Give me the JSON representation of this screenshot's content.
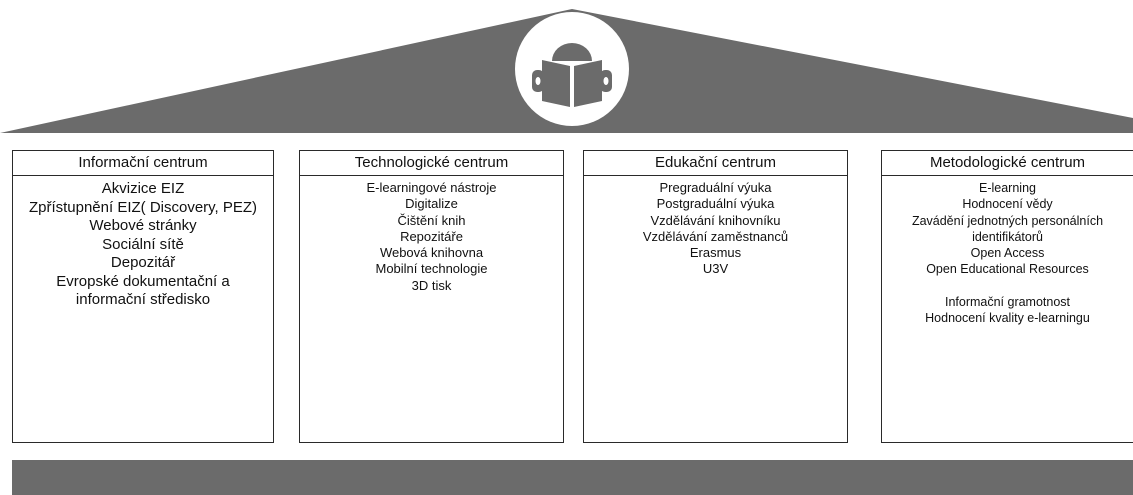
{
  "colors": {
    "roof": "#6b6b6b",
    "foundation": "#6b6b6b",
    "border": "#2a2a2a",
    "icon": "#6b6b6b"
  },
  "roof": {
    "icon": "reading-person-icon"
  },
  "pillars": [
    {
      "title": "Informační centrum",
      "items": [
        "Akvizice EIZ",
        "Zpřístupnění EIZ( Discovery, PEZ)",
        "Webové stránky",
        "Sociální sítě",
        "Depozitář",
        "Evropské dokumentační a",
        "informační středisko"
      ]
    },
    {
      "title": "Technologické centrum",
      "items": [
        "E-learningové nástroje",
        "Digitalize",
        "Čištění knih",
        "Repozitáře",
        "Webová knihovna",
        "Mobilní technologie",
        "3D tisk"
      ]
    },
    {
      "title": "Edukační centrum",
      "items": [
        "Pregraduální výuka",
        "Postgraduální výuka",
        "Vzdělávání knihovníku",
        "Vzdělávání zaměstnanců",
        "Erasmus",
        "U3V"
      ]
    },
    {
      "title": "Metodologické centrum",
      "items": [
        "E-learning",
        "Hodnocení vědy",
        "Zavádění jednotných personálních",
        "identifikátorů",
        "Open Access",
        "Open Educational Resources",
        "Informační gramotnost",
        "Hodnocení kvality e-learningu"
      ]
    }
  ]
}
